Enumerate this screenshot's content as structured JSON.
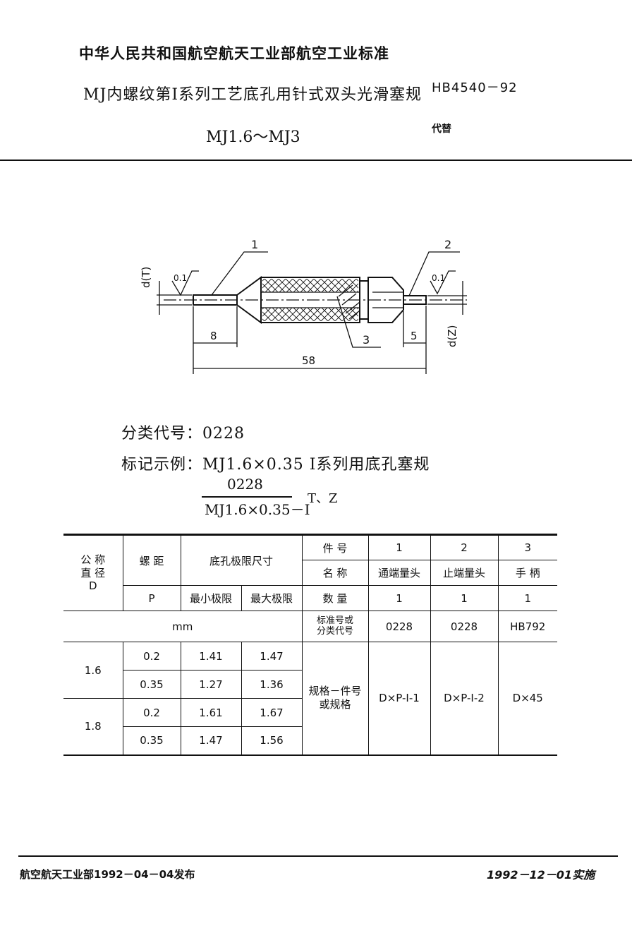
{
  "header": {
    "org": "中华人民共和国航空航天工业部航空工业标准",
    "title": "MJ内螺纹第Ⅰ系列工艺底孔用针式双头光滑塞规",
    "code": "HB4540－92",
    "subtitle": "MJ1.6～MJ3",
    "replace_label": "代替"
  },
  "drawing": {
    "labels": [
      "1",
      "2",
      "3"
    ],
    "dims": [
      "8",
      "5",
      "58"
    ],
    "d_left": "d(T)",
    "d_right": "d(Z)",
    "roughness": "0.1"
  },
  "classification": "分类代号：0228",
  "marking": {
    "line": "标记示例：MJ1.6×0.35 Ⅰ系列用底孔塞规",
    "numerator": "0228",
    "denominator": "MJ1.6×0.35－Ⅰ",
    "suffix": "T、Z"
  },
  "table": {
    "h_nominal": "公 称\n直 径\nD",
    "h_pitch_a": "螺 距",
    "h_pitch_b": "P",
    "h_limit": "底孔极限尺寸",
    "h_min": "最小极限",
    "h_max": "最大极限",
    "h_part_no": "件 号",
    "h_name": "名 称",
    "h_qty": "数 量",
    "h_std": "标准号或\n分类代号",
    "h_spec": "规格－件号\n或规格",
    "unit": "mm",
    "parts": [
      {
        "no": "1",
        "name": "通端量头",
        "qty": "1",
        "std": "0228",
        "spec": "D×P-Ⅰ-1"
      },
      {
        "no": "2",
        "name": "止端量头",
        "qty": "1",
        "std": "0228",
        "spec": "D×P-Ⅰ-2"
      },
      {
        "no": "3",
        "name": "手  柄",
        "qty": "1",
        "std": "HB792",
        "spec": "D×45"
      }
    ],
    "rows": [
      {
        "d": "1.6",
        "p": "0.2",
        "min": "1.41",
        "max": "1.47"
      },
      {
        "p": "0.35",
        "min": "1.27",
        "max": "1.36"
      },
      {
        "d": "1.8",
        "p": "0.2",
        "min": "1.61",
        "max": "1.67"
      },
      {
        "p": "0.35",
        "min": "1.47",
        "max": "1.56"
      }
    ]
  },
  "footer": {
    "left": "航空航天工业部1992－04－04发布",
    "right": "1992－12－01实施"
  }
}
